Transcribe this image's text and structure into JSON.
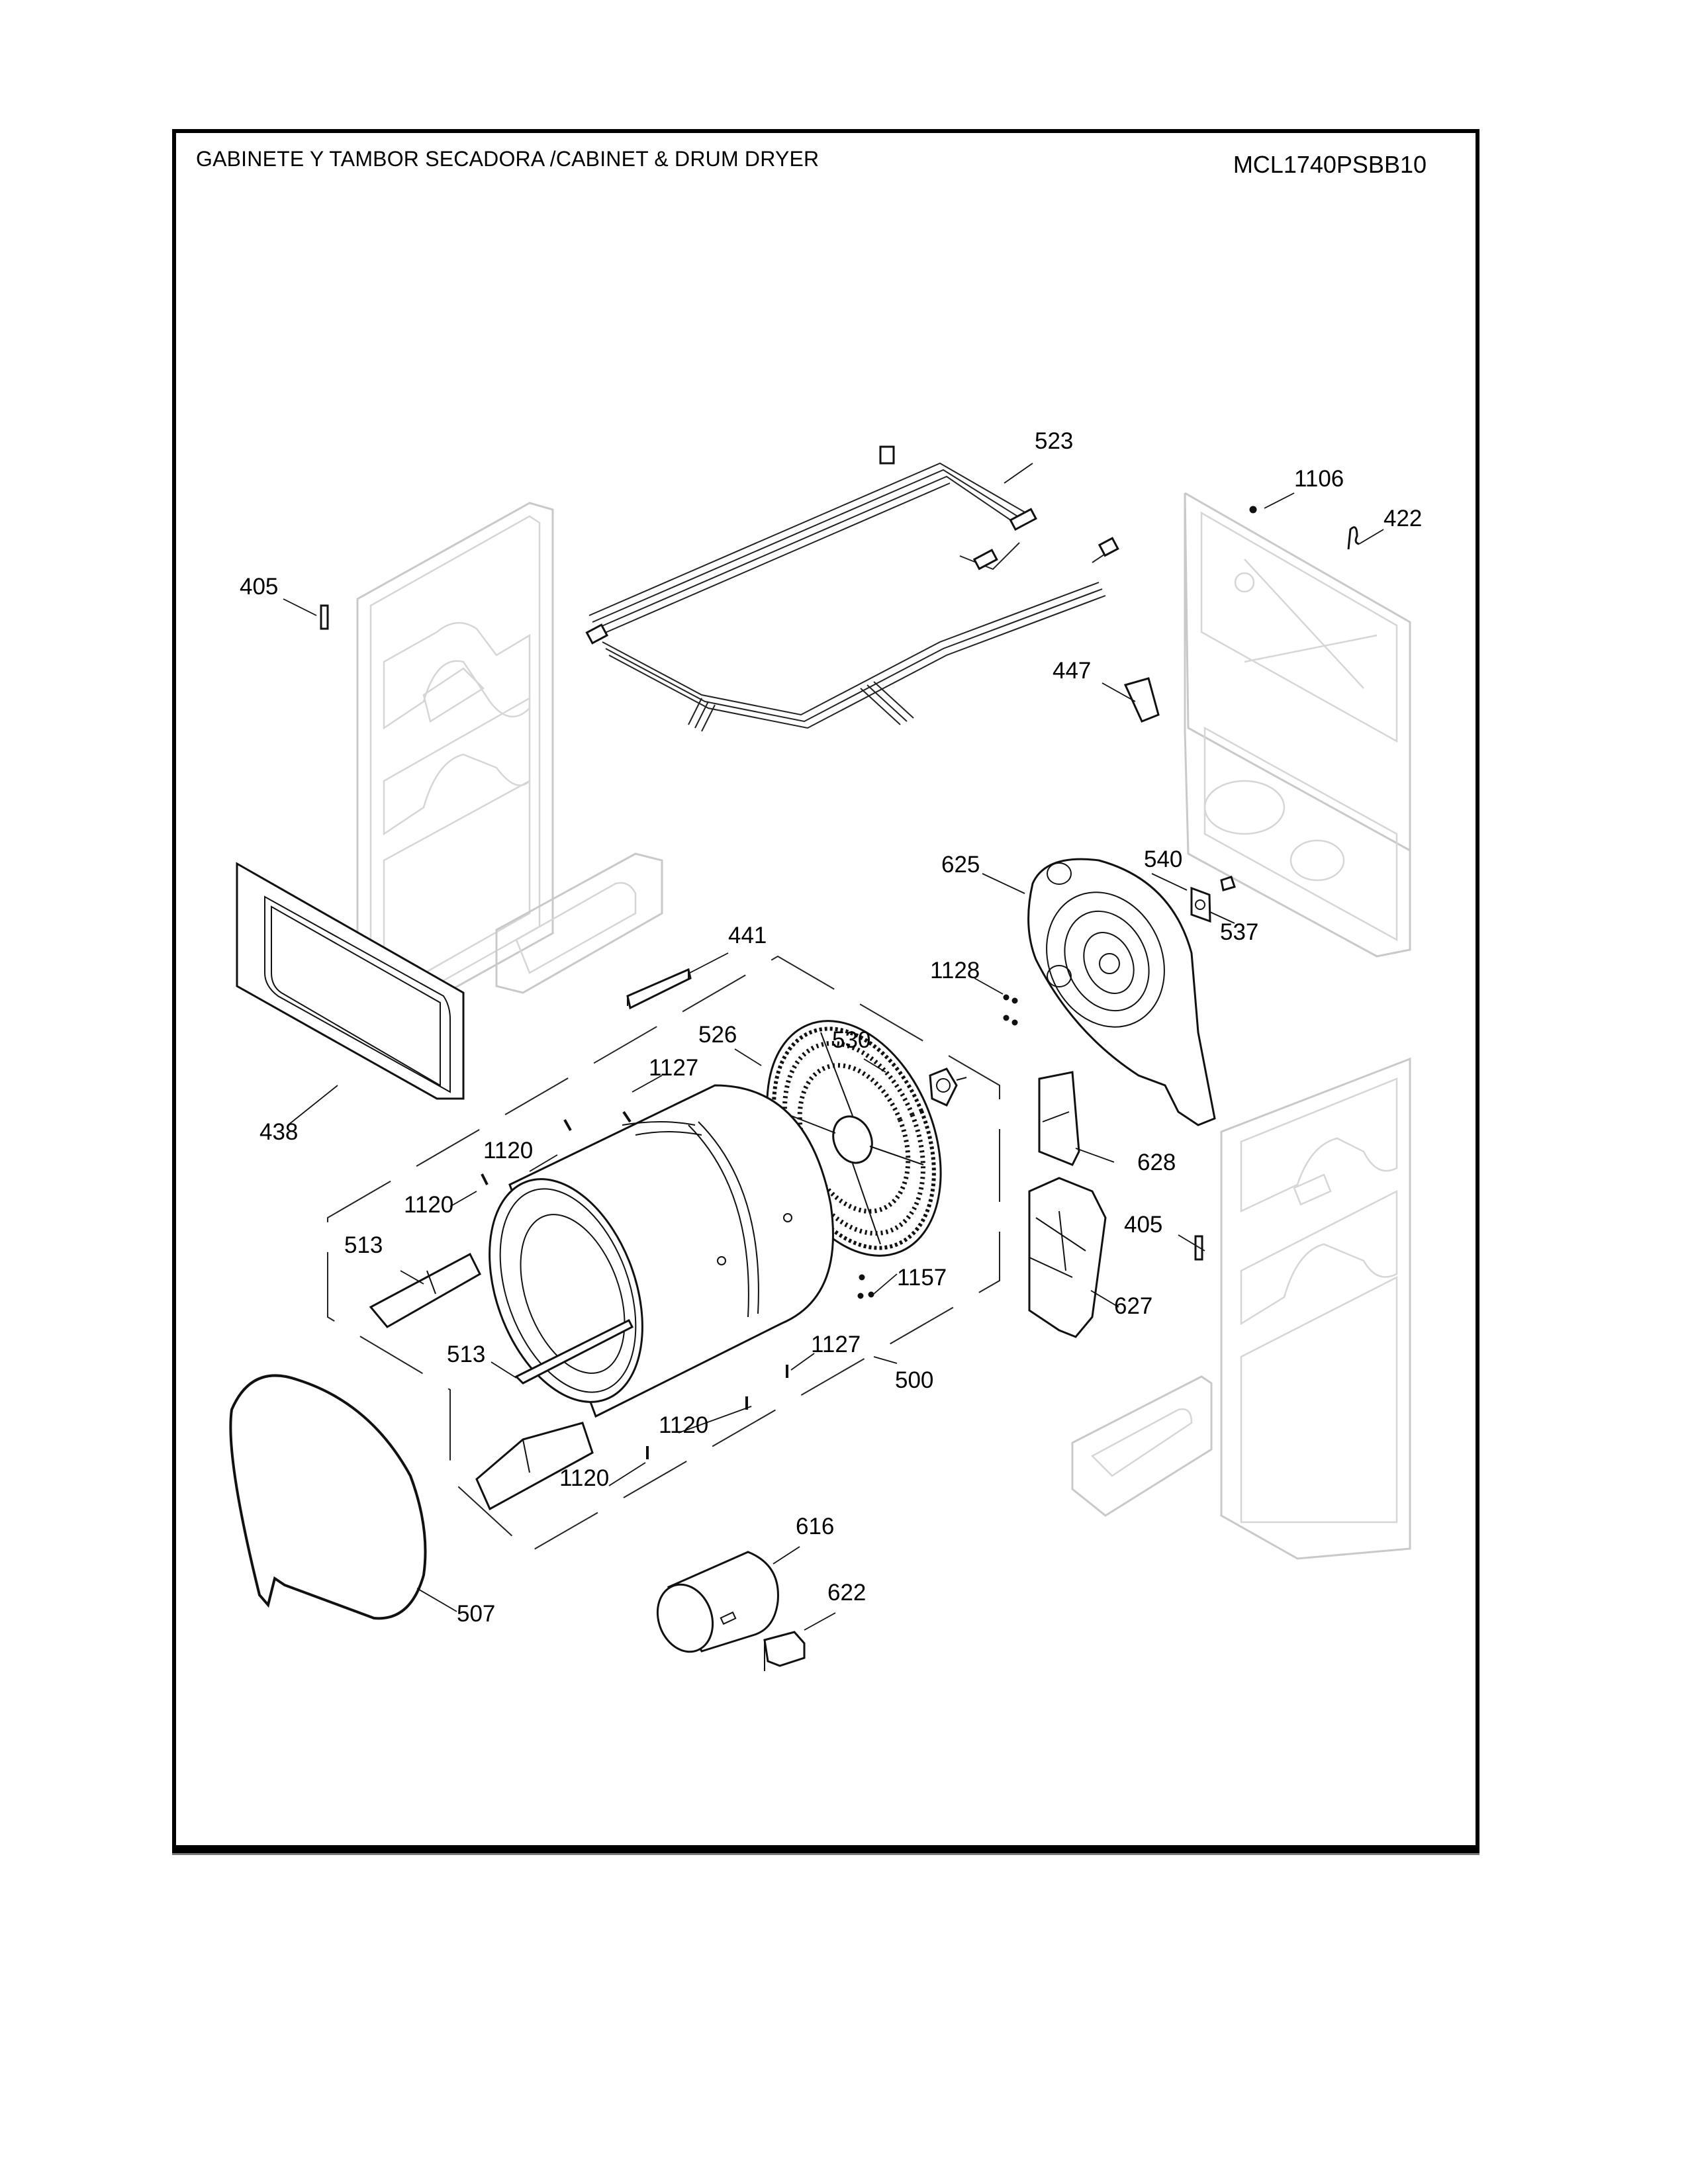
{
  "document": {
    "title": "GABINETE Y TAMBOR SECADORA /CABINET & DRUM  DRYER",
    "model_number": "MCL1740PSBB10"
  },
  "part_labels": {
    "harness": "523",
    "screw_top": "1106",
    "clip_top": "422",
    "clip_left": "405",
    "bracket_back": "447",
    "front_panel": "438",
    "rail": "441",
    "bearing_housing": "625",
    "connector": "540",
    "bearing_plate": "537",
    "screws_rear": "1128",
    "rear_filter": "526",
    "shaft_hub": "530",
    "screw_drum_top": "1127",
    "screw_drum_mid": "1120",
    "screw_drum_left": "1120",
    "baffle_upper": "513",
    "baffle_lower": "513",
    "motor_bracket": "628",
    "clip_right": "405",
    "duct_housing": "627",
    "screws_drum_right": "1157",
    "screw_drum_bottom": "1127",
    "drum_assembly": "500",
    "screw_drum_b1": "1120",
    "screw_drum_b2": "1120",
    "front_seal": "507",
    "heater": "616",
    "thermostat": "622"
  },
  "colors": {
    "line": "#111111",
    "ghost": "#c9c9c9",
    "frame": "#000000"
  }
}
